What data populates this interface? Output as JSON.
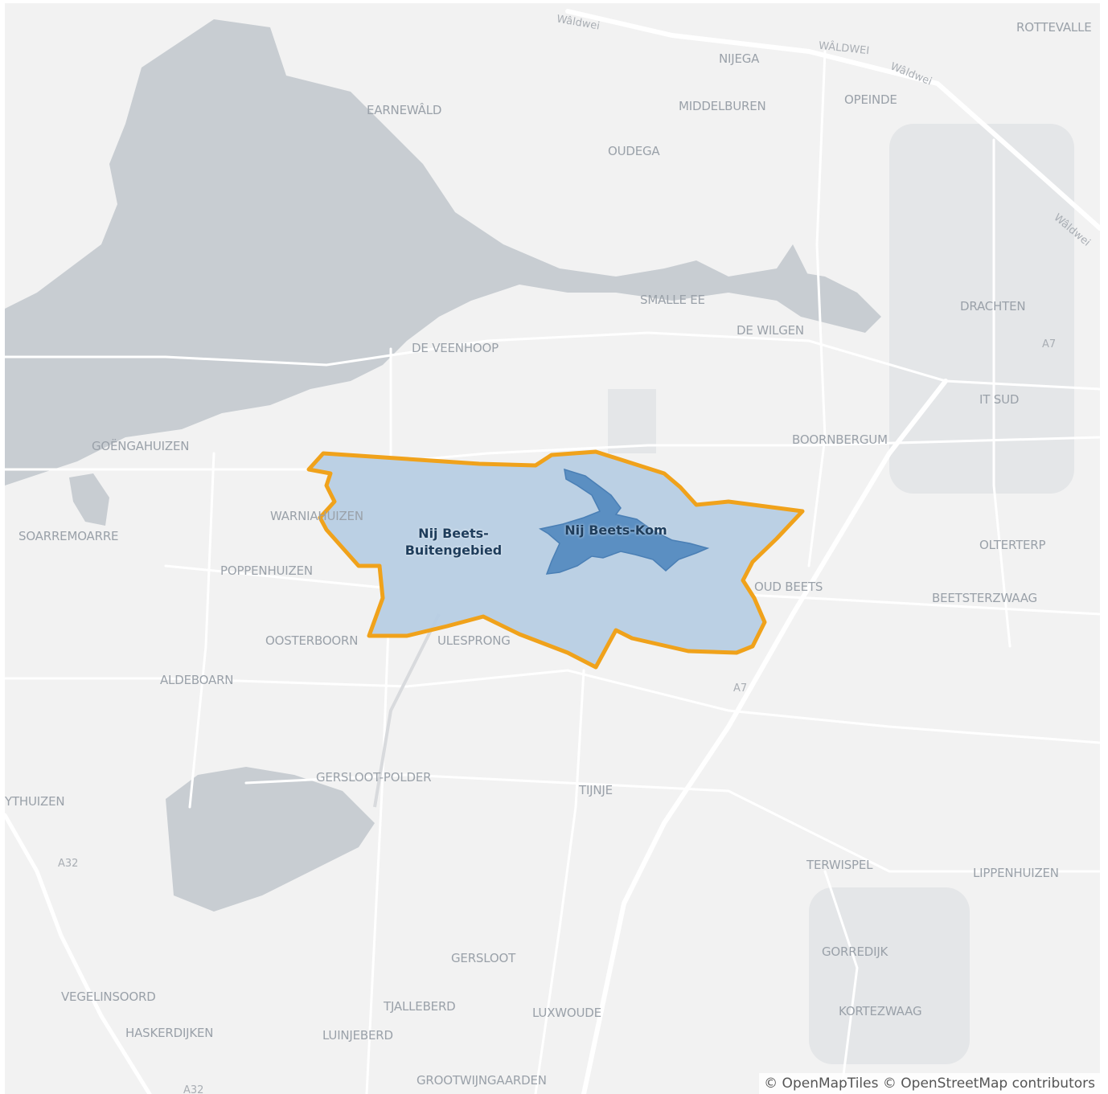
{
  "map": {
    "places": [
      "EARNEWÂLD",
      "NIJEGA",
      "MIDDELBUREN",
      "OPEINDE",
      "OUDEGA",
      "ROTTEVALLE",
      "SMALLE EE",
      "DE WILGEN",
      "DRACHTEN",
      "DE VEENHOOP",
      "IT SUD",
      "GOËNGAHUIZEN",
      "BOORNBERGUM",
      "WARNIAHUIZEN",
      "SOARREMOARRE",
      "OLTERTERP",
      "POPPENHUIZEN",
      "OUD BEETS",
      "BEETSTERZWAAG",
      "OOSTERBOORN",
      "ULESPRONG",
      "ALDEBOARN",
      "GERSLOOT-POLDER",
      "TIJNJE",
      "YTHUIZEN",
      "TERWISPEL",
      "LIPPENHUIZEN",
      "GORREDIJK",
      "GERSLOOT",
      "VEGELINSOORD",
      "TJALLEBERD",
      "LUXWOUDE",
      "KORTEZWAAG",
      "HASKERDIJKEN",
      "LUINJEBERD",
      "GROOTWIJNGAARDEN"
    ],
    "roads": [
      "Wâldwei",
      "WÂLDWEI",
      "Wâldwei",
      "Wâldwei",
      "A7",
      "A7",
      "A32",
      "A32"
    ],
    "areas": [
      {
        "label": "Nij Beets-\nBuitengebied"
      },
      {
        "label": "Nij Beets-Kom"
      }
    ],
    "colors": {
      "outer_fill": "#b7cde3",
      "inner_fill": "#5b8fc2",
      "outline": "#f0a21b",
      "water": "#c8cdd2",
      "road": "#ffffff",
      "land": "#f2f2f2"
    }
  },
  "attribution": "© OpenMapTiles © OpenStreetMap contributors"
}
